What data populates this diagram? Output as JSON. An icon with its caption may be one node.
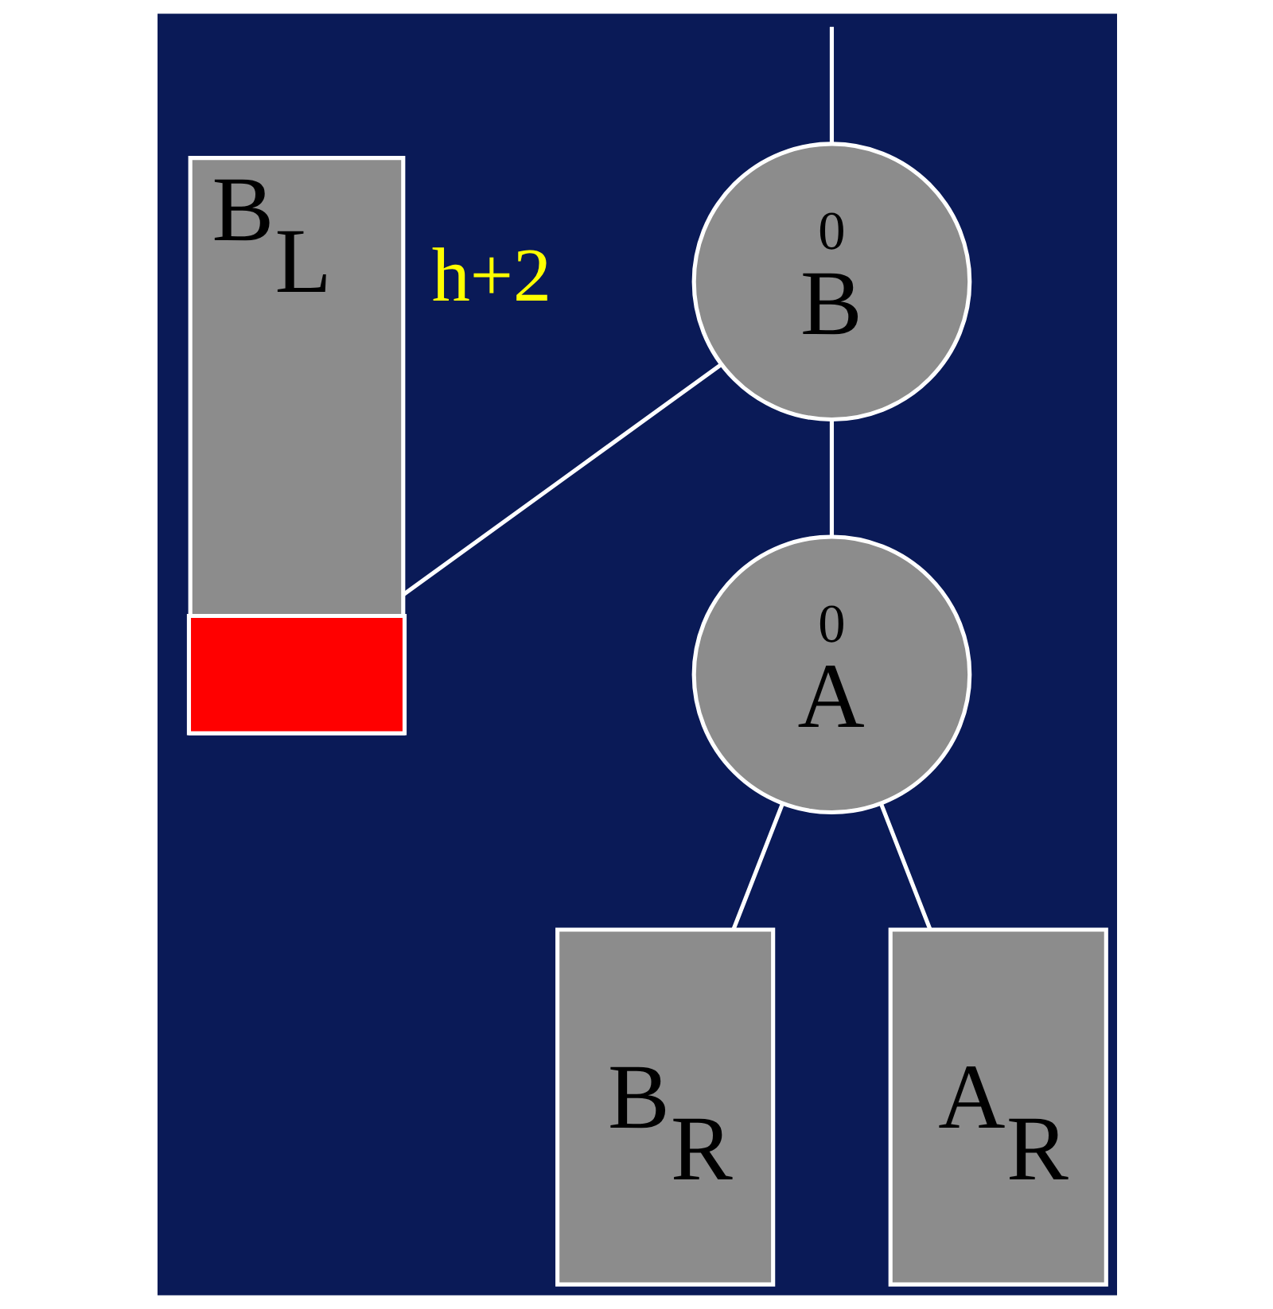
{
  "diagram": {
    "nodes": [
      {
        "text": [
          "0",
          "B"
        ]
      },
      {
        "text": [
          "B$_{L}$"
        ]
      },
      {
        "text": [],
        "shape": "box",
        "in": 1
      },
      {
        "text": [
          "0",
          "A"
        ]
      },
      {
        "text": [
          "B$_{R}$"
        ]
      },
      {
        "text": [
          "A$_{R}$"
        ]
      }
    ],
    "edges": [
      {
        "from": null,
        "to": 0,
        "arrow": "none"
      },
      {
        "from": 0,
        "to": 1,
        "arrow": "none"
      },
      {
        "from": 0,
        "to": 3,
        "arrow": "none"
      },
      {
        "from": 3,
        "to": 4,
        "arrow": "none"
      },
      {
        "from": 3,
        "to": 5,
        "arrow": "none"
      }
    ],
    "labels": [
      "h+2"
    ]
  }
}
